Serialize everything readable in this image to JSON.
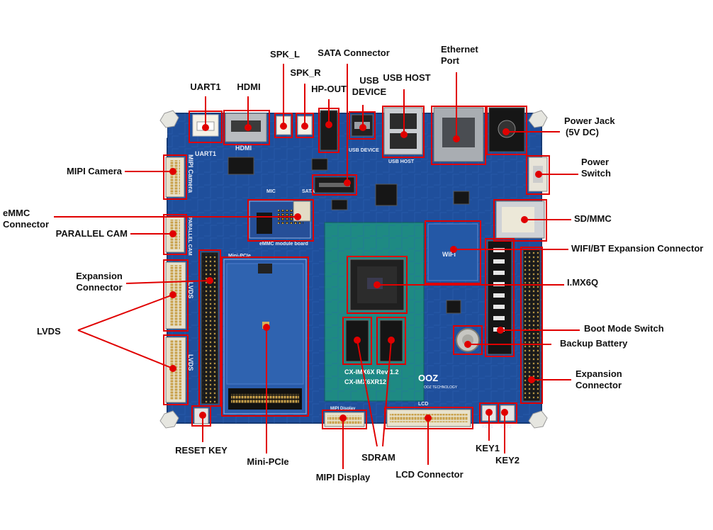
{
  "accent_color": "#e00000",
  "board_color": "#1f4f9c",
  "board_silk": {
    "uart1": "UART1",
    "hdmi": "HDMI",
    "mipi_camera": "MIPI Camera",
    "parallel_cam": "PARALLEL CAM",
    "lvds": "LVDS",
    "lvds2": "LVDS",
    "mini_pcie": "Mini-PCIe",
    "emmc_module": "eMMC module board",
    "usb_device": "USB DEVICE",
    "usb_host": "USB HOST",
    "sata": "SATA",
    "mic": "MIC",
    "wifi": "WiFi",
    "lcd": "LCD",
    "mipi_display": "MIPI Display",
    "som_name": "CX-IMX6X Rev 1.2",
    "som_name2": "CX-IMX6XR12",
    "logo": "OOZ",
    "logo_sub": "OOZ TECHNOLOGY",
    "key1": "KEY1",
    "key2": "KEY2"
  },
  "labels": {
    "uart1": "UART1",
    "hdmi": "HDMI",
    "spk_l": "SPK_L",
    "spk_r": "SPK_R",
    "hp_out": "HP-OUT",
    "sata_connector": "SATA Connector",
    "usb_device_1": "USB",
    "usb_device_2": "DEVICE",
    "usb_host": "USB HOST",
    "ethernet_1": "Ethernet",
    "ethernet_2": "Port",
    "power_jack_1": "Power Jack",
    "power_jack_2": "(5V DC)",
    "power_switch_1": "Power",
    "power_switch_2": "Switch",
    "sd_mmc": "SD/MMC",
    "wifi_bt": "WIFI/BT Expansion Connector",
    "imx6q": "I.MX6Q",
    "boot_mode": "Boot Mode Switch",
    "backup_battery": "Backup Battery",
    "expansion_right_1": "Expansion",
    "expansion_right_2": "Connector",
    "mipi_camera": "MIPI Camera",
    "emmc_1": "eMMC",
    "emmc_2": "Connector",
    "parallel_cam": "PARALLEL CAM",
    "expansion_left_1": "Expansion",
    "expansion_left_2": "Connector",
    "lvds": "LVDS",
    "reset_key": "RESET KEY",
    "mini_pcie": "Mini-PCIe",
    "mipi_display": "MIPI Display",
    "sdram": "SDRAM",
    "lcd_connector": "LCD Connector",
    "key1": "KEY1",
    "key2": "KEY2"
  }
}
